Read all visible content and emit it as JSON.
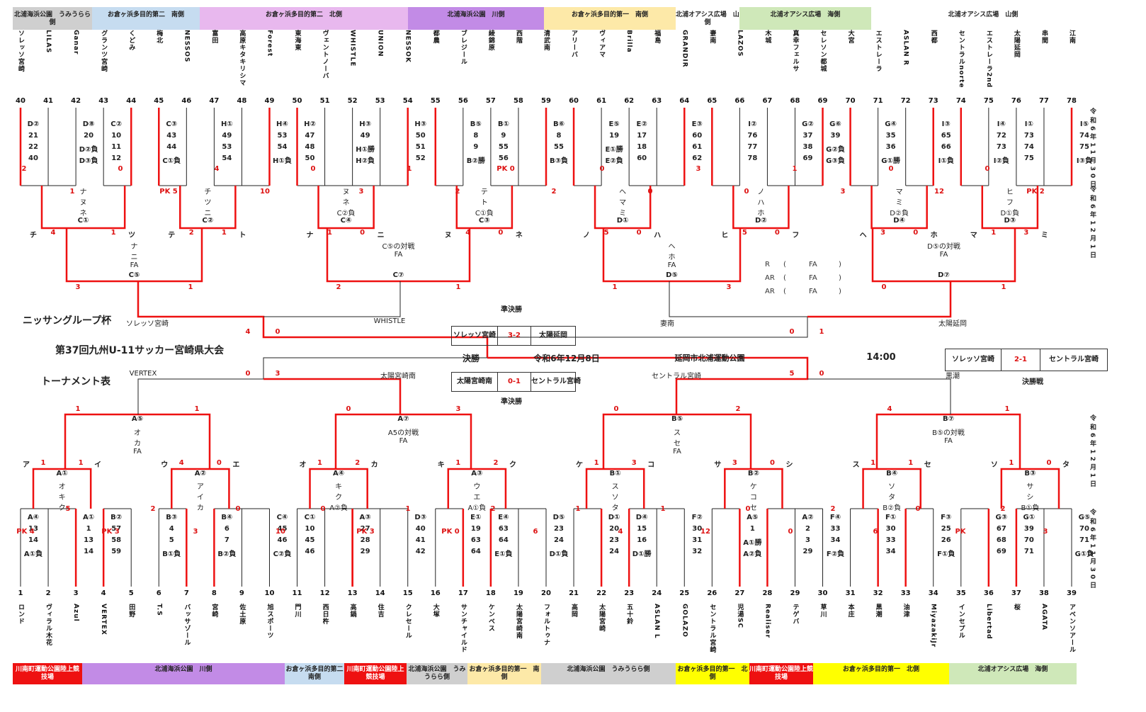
{
  "top_venues": [
    {
      "label": "北浦海浜公園　うみうらら側",
      "color": "#cfcfcf"
    },
    {
      "label": "お倉ヶ浜多目的第二　南側",
      "color": "#c6dcf0"
    },
    {
      "label": "お倉ヶ浜多目的第二　北側",
      "color": "#e8b8ee"
    },
    {
      "label": "北浦海浜公園　川側",
      "color": "#c28be6"
    },
    {
      "label": "お倉ヶ浜多目的第一　南側",
      "color": "#fde9a8"
    },
    {
      "label": "北浦オアシス広場　山側",
      "color": "#ffffff"
    },
    {
      "label": "北浦オアシス広場　海側",
      "color": "#cfe8b9"
    },
    {
      "label": "北浦オアシス広場　山側",
      "color": "#ffffff"
    }
  ],
  "bottom_venues": [
    {
      "label": "川南町運動公園陸上競技場",
      "color": "#ee1111"
    },
    {
      "label": "北浦海浜公園　川側",
      "color": "#c28be6"
    },
    {
      "label": "お倉ヶ浜多目的第二　南側",
      "color": "#c6dcf0"
    },
    {
      "label": "川南町運動公園陸上競技場",
      "color": "#ee1111"
    },
    {
      "label": "北浦海浜公園　うみうらら側",
      "color": "#cfcfcf"
    },
    {
      "label": "お倉ヶ浜多目的第一　南側",
      "color": "#fde9a8"
    },
    {
      "label": "北浦海浜公園　うみうらら側",
      "color": "#cfcfcf"
    },
    {
      "label": "お倉ヶ浜多目的第一　北側",
      "color": "#ffff00"
    },
    {
      "label": "川南町運動公園陸上競技場",
      "color": "#ee1111"
    },
    {
      "label": "お倉ヶ浜多目的第一　北側",
      "color": "#ffff00"
    },
    {
      "label": "北浦オアシス広場　海側",
      "color": "#cfe8b9"
    }
  ],
  "top_teams": [
    {
      "n": "40",
      "name": "ソレッソ宮崎"
    },
    {
      "n": "41",
      "name": "LILAS"
    },
    {
      "n": "42",
      "name": "Ganar"
    },
    {
      "n": "43",
      "name": "グランツ宮崎"
    },
    {
      "n": "44",
      "name": "くどみ"
    },
    {
      "n": "45",
      "name": "梅北"
    },
    {
      "n": "46",
      "name": "NESSOS"
    },
    {
      "n": "47",
      "name": "富田"
    },
    {
      "n": "48",
      "name": "高原キタキリシマ"
    },
    {
      "n": "49",
      "name": "Forest"
    },
    {
      "n": "50",
      "name": "東海東"
    },
    {
      "n": "51",
      "name": "ヴェントノーバ"
    },
    {
      "n": "52",
      "name": "WHISTLE"
    },
    {
      "n": "53",
      "name": "UNION"
    },
    {
      "n": "54",
      "name": "NESSOK"
    },
    {
      "n": "55",
      "name": "都農"
    },
    {
      "n": "56",
      "name": "ブレジール"
    },
    {
      "n": "57",
      "name": "綾錦原"
    },
    {
      "n": "58",
      "name": "西階"
    },
    {
      "n": "59",
      "name": "清武南"
    },
    {
      "n": "60",
      "name": "アリーバ"
    },
    {
      "n": "61",
      "name": "ヴィアマ"
    },
    {
      "n": "62",
      "name": "Brilla"
    },
    {
      "n": "63",
      "name": "福島"
    },
    {
      "n": "64",
      "name": "GRANDIR"
    },
    {
      "n": "65",
      "name": "妻南"
    },
    {
      "n": "66",
      "name": "LAZOS"
    },
    {
      "n": "67",
      "name": "木城"
    },
    {
      "n": "68",
      "name": "真幸フェルサ"
    },
    {
      "n": "69",
      "name": "セレソン都城"
    },
    {
      "n": "70",
      "name": "大宮"
    },
    {
      "n": "71",
      "name": "エストレーラ"
    },
    {
      "n": "72",
      "name": "ASLAN R"
    },
    {
      "n": "73",
      "name": "西都"
    },
    {
      "n": "74",
      "name": "セントラルnorte"
    },
    {
      "n": "75",
      "name": "エストレーラ2nd"
    },
    {
      "n": "76",
      "name": "太陽延岡"
    },
    {
      "n": "77",
      "name": "串間"
    },
    {
      "n": "78",
      "name": "江南"
    }
  ],
  "bottom_teams": [
    {
      "n": "1",
      "name": "ロンド"
    },
    {
      "n": "2",
      "name": "ヴィラル木花"
    },
    {
      "n": "3",
      "name": "Azul"
    },
    {
      "n": "4",
      "name": "VERTEX"
    },
    {
      "n": "5",
      "name": "田野"
    },
    {
      "n": "6",
      "name": "T.S"
    },
    {
      "n": "7",
      "name": "バッサゾール"
    },
    {
      "n": "8",
      "name": "宮崎"
    },
    {
      "n": "9",
      "name": "佐土原"
    },
    {
      "n": "10",
      "name": "旭スポーツ"
    },
    {
      "n": "11",
      "name": "門川"
    },
    {
      "n": "12",
      "name": "西日杵"
    },
    {
      "n": "13",
      "name": "高鍋"
    },
    {
      "n": "14",
      "name": "住吉"
    },
    {
      "n": "15",
      "name": "クレセール"
    },
    {
      "n": "16",
      "name": "大塚"
    },
    {
      "n": "17",
      "name": "サンチャイルド"
    },
    {
      "n": "18",
      "name": "ケンベス"
    },
    {
      "n": "19",
      "name": "太陽宮崎南"
    },
    {
      "n": "20",
      "name": "フォルトゥナ"
    },
    {
      "n": "21",
      "name": "高岡"
    },
    {
      "n": "22",
      "name": "太陽宮崎"
    },
    {
      "n": "23",
      "name": "五十鈴"
    },
    {
      "n": "24",
      "name": "ASLAN L"
    },
    {
      "n": "25",
      "name": "GOLAZO"
    },
    {
      "n": "26",
      "name": "セントラル宮崎"
    },
    {
      "n": "27",
      "name": "児湯SC"
    },
    {
      "n": "28",
      "name": "Realiser"
    },
    {
      "n": "29",
      "name": "テゲバ"
    },
    {
      "n": "30",
      "name": "草川"
    },
    {
      "n": "31",
      "name": "本庄"
    },
    {
      "n": "32",
      "name": "黒潮"
    },
    {
      "n": "33",
      "name": "油津"
    },
    {
      "n": "34",
      "name": "MiyazakiJr"
    },
    {
      "n": "35",
      "name": "インセプル"
    },
    {
      "n": "36",
      "name": "Libertad"
    },
    {
      "n": "37",
      "name": "桜"
    },
    {
      "n": "38",
      "name": "AGATA"
    },
    {
      "n": "39",
      "name": "アベンソアール"
    }
  ],
  "top_groups": [
    {
      "head": "D②",
      "rows": [
        "21",
        "22",
        "40"
      ]
    },
    {
      "head": "D⑧",
      "rows": [
        "20",
        "D②負",
        "D③負"
      ]
    },
    {
      "head": "C②",
      "rows": [
        "10",
        "11",
        "12"
      ]
    },
    {
      "head": "C③",
      "rows": [
        "43",
        "44",
        "C①負"
      ]
    },
    {
      "head": "H①",
      "rows": [
        "49",
        "53",
        "54"
      ]
    },
    {
      "head": "H④",
      "rows": [
        "53",
        "54",
        "H①負"
      ]
    },
    {
      "head": "H②",
      "rows": [
        "47",
        "48",
        "50"
      ]
    },
    {
      "head": "H③",
      "rows": [
        "49",
        "H①勝",
        "H②負"
      ]
    },
    {
      "head": "H③",
      "rows": [
        "50",
        "51",
        "52"
      ]
    },
    {
      "head": "B⑤",
      "rows": [
        "8",
        "9",
        "B②勝"
      ]
    },
    {
      "head": "B①",
      "rows": [
        "9",
        "55",
        "56"
      ]
    },
    {
      "head": "B⑥",
      "rows": [
        "8",
        "55",
        "B③負"
      ]
    },
    {
      "head": "E⑤",
      "rows": [
        "19",
        "E①勝",
        "E②負"
      ]
    },
    {
      "head": "E②",
      "rows": [
        "17",
        "18",
        "60"
      ]
    },
    {
      "head": "E③",
      "rows": [
        "60",
        "61",
        "62"
      ]
    },
    {
      "head": "I②",
      "rows": [
        "76",
        "77",
        "78"
      ]
    },
    {
      "head": "G②",
      "rows": [
        "37",
        "38",
        "69"
      ]
    },
    {
      "head": "G⑥",
      "rows": [
        "39",
        "G②負",
        "G③負"
      ]
    },
    {
      "head": "G④",
      "rows": [
        "35",
        "36",
        "G①勝"
      ]
    },
    {
      "head": "I③",
      "rows": [
        "65",
        "66",
        "I①負"
      ]
    },
    {
      "head": "I④",
      "rows": [
        "72",
        "73",
        "I②負"
      ]
    },
    {
      "head": "I①",
      "rows": [
        "73",
        "74",
        "75"
      ]
    },
    {
      "head": "I⑤",
      "rows": [
        "74",
        "75",
        "I③負"
      ]
    }
  ],
  "bottom_groups": [
    {
      "head": "A④",
      "rows": [
        "13",
        "14",
        "A①負"
      ]
    },
    {
      "head": "A①",
      "rows": [
        "1",
        "13",
        "14"
      ]
    },
    {
      "head": "B②",
      "rows": [
        "57",
        "58",
        "59"
      ]
    },
    {
      "head": "B③",
      "rows": [
        "4",
        "5",
        "B①負"
      ]
    },
    {
      "head": "B④",
      "rows": [
        "6",
        "7",
        "B②負"
      ]
    },
    {
      "head": "C④",
      "rows": [
        "45",
        "46",
        "C②負"
      ]
    },
    {
      "head": "C①",
      "rows": [
        "10",
        "45",
        "46"
      ]
    },
    {
      "head": "A③",
      "rows": [
        "27",
        "28",
        "29"
      ]
    },
    {
      "head": "D③",
      "rows": [
        "40",
        "41",
        "42"
      ]
    },
    {
      "head": "E①",
      "rows": [
        "19",
        "63",
        "64"
      ]
    },
    {
      "head": "E④",
      "rows": [
        "63",
        "64",
        "E①負"
      ]
    },
    {
      "head": "D⑤",
      "rows": [
        "23",
        "24",
        "D①負"
      ]
    },
    {
      "head": "D①",
      "rows": [
        "20",
        "23",
        "24"
      ]
    },
    {
      "head": "D④",
      "rows": [
        "15",
        "16",
        "D①勝"
      ]
    },
    {
      "head": "F②",
      "rows": [
        "30",
        "31",
        "32"
      ]
    },
    {
      "head": "A⑤",
      "rows": [
        "1",
        "A①勝",
        "A②負"
      ]
    },
    {
      "head": "A②",
      "rows": [
        "2",
        "3",
        "29"
      ]
    },
    {
      "head": "F④",
      "rows": [
        "33",
        "34",
        "F②負"
      ]
    },
    {
      "head": "F①",
      "rows": [
        "30",
        "33",
        "34"
      ]
    },
    {
      "head": "F③",
      "rows": [
        "25",
        "26",
        "F①負"
      ]
    },
    {
      "head": "G③",
      "rows": [
        "67",
        "68",
        "69"
      ]
    },
    {
      "head": "G①",
      "rows": [
        "39",
        "70",
        "71"
      ]
    },
    {
      "head": "G⑤",
      "rows": [
        "70",
        "71",
        "G①負"
      ]
    }
  ],
  "top_r2": [
    {
      "code": "C①",
      "left": "チ",
      "right": "ツ",
      "ls": "4",
      "rs": "1",
      "sub": [
        "ナ",
        "ヌ",
        "ネ"
      ]
    },
    {
      "code": "C②",
      "left": "テ",
      "right": "ト",
      "ls": "2",
      "rs": "1",
      "sub": [
        "チ",
        "ツ",
        "ニ"
      ]
    },
    {
      "code": "C④",
      "left": "ナ",
      "right": "ニ",
      "ls": "1",
      "rs": "0",
      "sub": [
        "ヌ",
        "ネ",
        "C②負"
      ]
    },
    {
      "code": "C③",
      "left": "ヌ",
      "right": "ネ",
      "ls": "4",
      "rs": "0",
      "sub": [
        "テ",
        "ト",
        "C①負"
      ]
    },
    {
      "code": "D①",
      "left": "ノ",
      "right": "ハ",
      "ls": "5",
      "rs": "0",
      "sub": [
        "ヘ",
        "マ",
        "ミ"
      ]
    },
    {
      "code": "D②",
      "left": "ヒ",
      "right": "フ",
      "ls": "5",
      "rs": "0",
      "sub": [
        "ノ",
        "ハ",
        "ホ"
      ]
    },
    {
      "code": "D④",
      "left": "ヘ",
      "right": "ホ",
      "ls": "3",
      "rs": "0",
      "sub": [
        "マ",
        "ミ",
        "D②負"
      ]
    },
    {
      "code": "D③",
      "left": "マ",
      "right": "ミ",
      "ls": "1",
      "rs": "3",
      "sub": [
        "ヒ",
        "フ",
        "D①負"
      ]
    }
  ],
  "top_r3": [
    {
      "code": "C⑤",
      "sub": [
        "ナ",
        "ニ",
        "FA"
      ],
      "ls": "3",
      "rs": "1"
    },
    {
      "code": "C⑦",
      "sub": [
        "C⑤の対戦",
        "FA"
      ],
      "ls": "2",
      "rs": "1"
    },
    {
      "code": "D⑤",
      "sub": [
        "ヘ",
        "ホ",
        "FA"
      ],
      "ls": "1",
      "rs": "3"
    },
    {
      "code": "D⑦",
      "sub": [
        "D⑤の対戦",
        "FA"
      ],
      "ls": "0",
      "rs": "1"
    }
  ],
  "bottom_r2": [
    {
      "code": "A①",
      "left": "ア",
      "right": "イ",
      "ls": "1",
      "rs": "1",
      "sub": [
        "オ",
        "キ",
        "ク"
      ]
    },
    {
      "code": "A②",
      "left": "ウ",
      "right": "エ",
      "ls": "4",
      "rs": "0",
      "sub": [
        "ア",
        "イ",
        "カ"
      ]
    },
    {
      "code": "A④",
      "left": "オ",
      "right": "カ",
      "ls": "1",
      "rs": "2",
      "sub": [
        "キ",
        "ク",
        "A②負"
      ]
    },
    {
      "code": "A③",
      "left": "キ",
      "right": "ク",
      "ls": "1",
      "rs": "2",
      "sub": [
        "ウ",
        "エ",
        "A①負"
      ]
    },
    {
      "code": "B①",
      "left": "ケ",
      "right": "コ",
      "ls": "1",
      "rs": "3",
      "sub": [
        "ス",
        "ソ",
        "タ"
      ]
    },
    {
      "code": "B②",
      "left": "サ",
      "right": "シ",
      "ls": "3",
      "rs": "0",
      "sub": [
        "ケ",
        "コ",
        "セ"
      ]
    },
    {
      "code": "B④",
      "left": "ス",
      "right": "セ",
      "ls": "1",
      "rs": "1",
      "sub": [
        "ソ",
        "タ",
        "B②負"
      ]
    },
    {
      "code": "B③",
      "left": "ソ",
      "right": "タ",
      "ls": "1",
      "rs": "0",
      "sub": [
        "サ",
        "シ",
        "B①負"
      ]
    }
  ],
  "bottom_r3": [
    {
      "code": "A⑤",
      "sub": [
        "オ",
        "カ",
        "FA"
      ],
      "ls": "1",
      "rs": "1"
    },
    {
      "code": "A⑦",
      "sub": [
        "A5の対戦",
        "FA"
      ],
      "ls": "0",
      "rs": "3"
    },
    {
      "code": "B⑤",
      "sub": [
        "ス",
        "セ",
        "FA"
      ],
      "ls": "0",
      "rs": "2"
    },
    {
      "code": "B⑦",
      "sub": [
        "B⑤の対戦",
        "FA"
      ],
      "ls": "4",
      "rs": "1"
    }
  ],
  "extra_scores": {
    "top": [
      "2",
      "1",
      "0",
      "PK 5",
      "4",
      "10",
      "0",
      "3",
      "1",
      "2",
      "PK 0",
      "2",
      "0",
      "0",
      "3",
      "0",
      "1",
      "3",
      "0",
      "12",
      "0",
      "PK 2"
    ],
    "bottom": [
      "PK 4",
      "5",
      "PK 3",
      "2",
      "3",
      "0",
      "10",
      "0",
      "PK 3",
      "1",
      "PK 0",
      "2",
      "6",
      "1",
      "4",
      "1",
      "12",
      "0",
      "0",
      "2",
      "6",
      "0",
      "PK",
      "2",
      "3"
    ]
  },
  "semis_top": {
    "label": "準決勝",
    "home": "ソレッソ宮崎",
    "score": "3-2",
    "away": "太陽延岡"
  },
  "semis_bottom": {
    "label": "準決勝",
    "home": "太陽宮崎南",
    "score": "0-1",
    "away": "セントラル宮崎"
  },
  "final": {
    "label": "決勝",
    "date": "令和6年12月8日",
    "venue": "延岡市北浦運動公園",
    "time": "14:00",
    "home": "ソレッソ宮崎",
    "score": "2-1",
    "away": "セントラル宮崎",
    "caption": "決勝戦"
  },
  "titles": {
    "cup": "ニッサングループ杯",
    "main": "第37回九州U-11サッカー宮崎県大会",
    "sub": "トーナメント表"
  },
  "qf_names": {
    "tl": "ソレッソ宮崎",
    "tr": "WHISTLE",
    "tr2": "妻南",
    "tr3": "太陽延岡",
    "bl": "VERTEX",
    "bm": "太陽宮崎南",
    "bm2": "セントラル宮崎",
    "br": "黒潮"
  },
  "qf_scores": {
    "top": [
      "4",
      "0",
      "0",
      "1"
    ],
    "bottom": [
      "0",
      "3",
      "5",
      "0"
    ]
  },
  "rank_table": [
    {
      "k": "R",
      "v": "FA"
    },
    {
      "k": "AR",
      "v": "FA"
    },
    {
      "k": "AR",
      "v": "FA"
    }
  ],
  "side_dates": [
    "令和6年11月30日",
    "令和6年12月1日",
    "令和6年12月1日",
    "令和6年11月30日"
  ]
}
